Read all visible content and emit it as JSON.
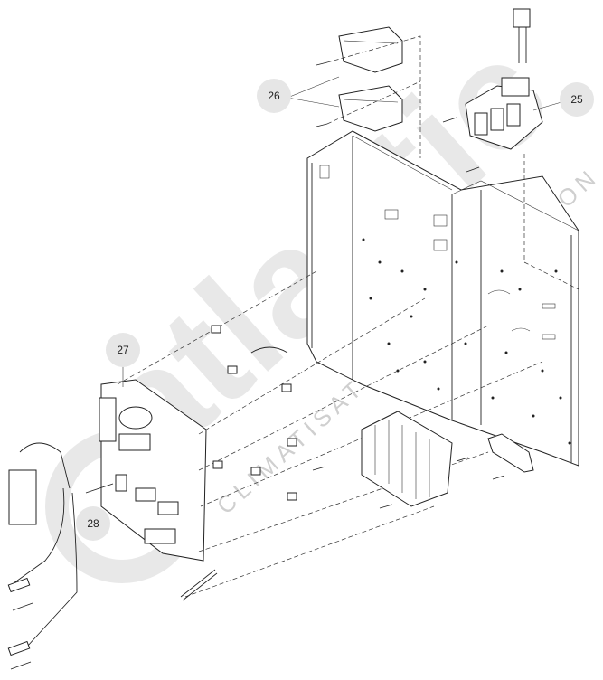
{
  "callouts": [
    {
      "id": "c26",
      "label": "26"
    },
    {
      "id": "c25",
      "label": "25"
    },
    {
      "id": "c27",
      "label": "27"
    },
    {
      "id": "c28",
      "label": "28"
    }
  ],
  "watermark": {
    "brand": "atlantic",
    "tagline": "CLIMATISATION & VENTILATION"
  }
}
